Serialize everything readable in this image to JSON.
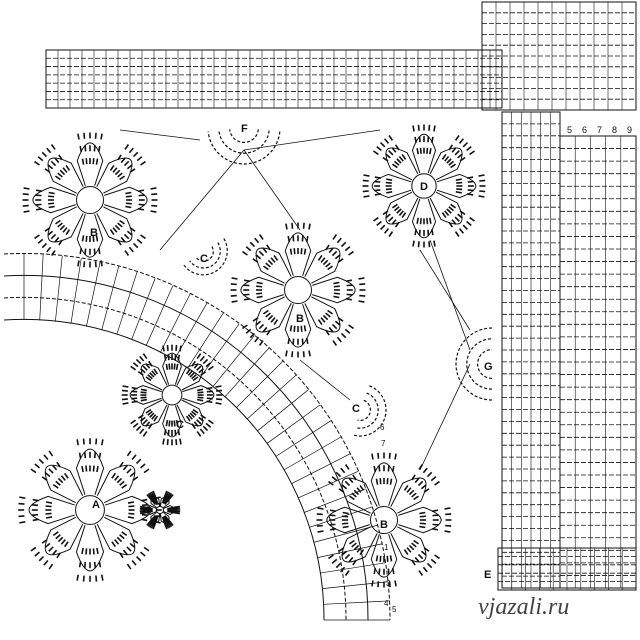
{
  "diagram": {
    "motif_labels": [
      "A",
      "B",
      "B",
      "B",
      "C",
      "C",
      "C",
      "D",
      "E",
      "F",
      "G"
    ],
    "row_numbers_top": [
      "5",
      "6",
      "7",
      "8",
      "9"
    ],
    "row_numbers_side": [
      "1",
      "3",
      "4",
      "5",
      "6",
      "7"
    ],
    "watermark": "vjazali.ru",
    "colors": {
      "ink": "#111111",
      "paper": "#ffffff"
    }
  }
}
